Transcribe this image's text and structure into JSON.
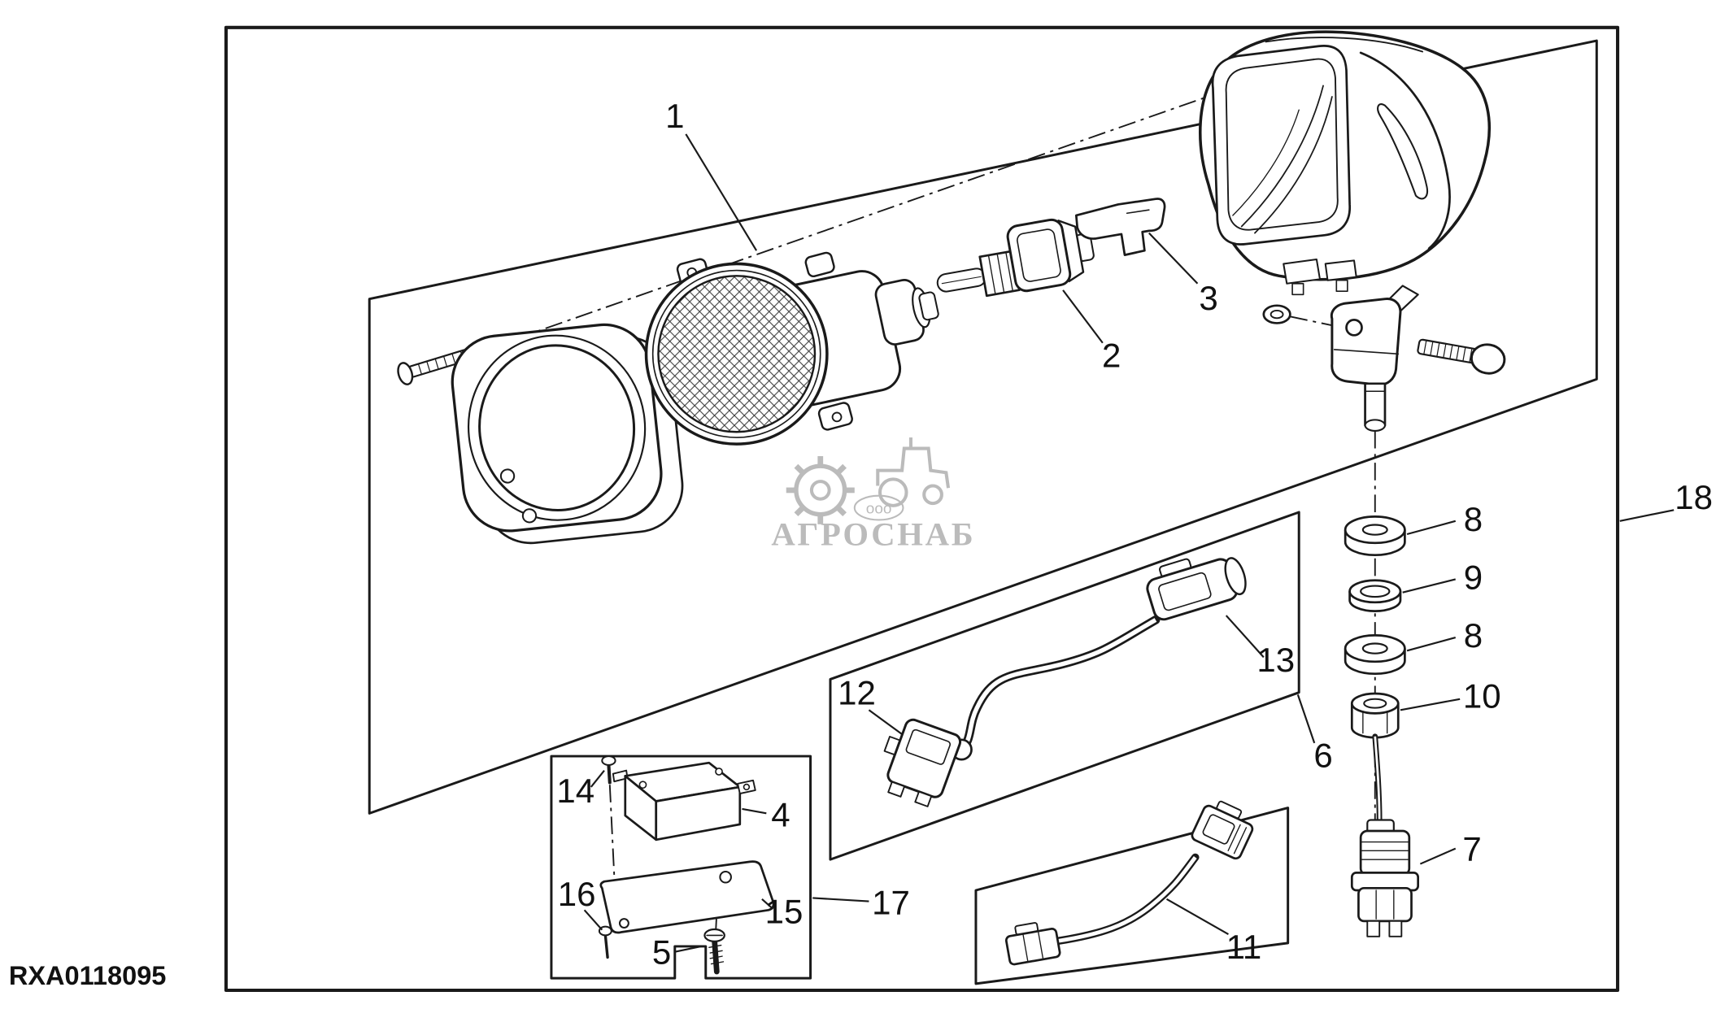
{
  "figure_code": "RXA0118095",
  "colors": {
    "line": "#1a1a1a",
    "background": "#ffffff",
    "watermark": "#7a7a7a"
  },
  "watermark": {
    "line1": "ооо",
    "line2": "АГРОСНАБ"
  },
  "callouts": {
    "c1": "1",
    "c2": "2",
    "c3": "3",
    "c4": "4",
    "c5": "5",
    "c6": "6",
    "c7": "7",
    "c8a": "8",
    "c9": "9",
    "c8b": "8",
    "c10": "10",
    "c11": "11",
    "c12": "12",
    "c13": "13",
    "c14": "14",
    "c15": "15",
    "c16": "16",
    "c17": "17",
    "c18": "18"
  }
}
